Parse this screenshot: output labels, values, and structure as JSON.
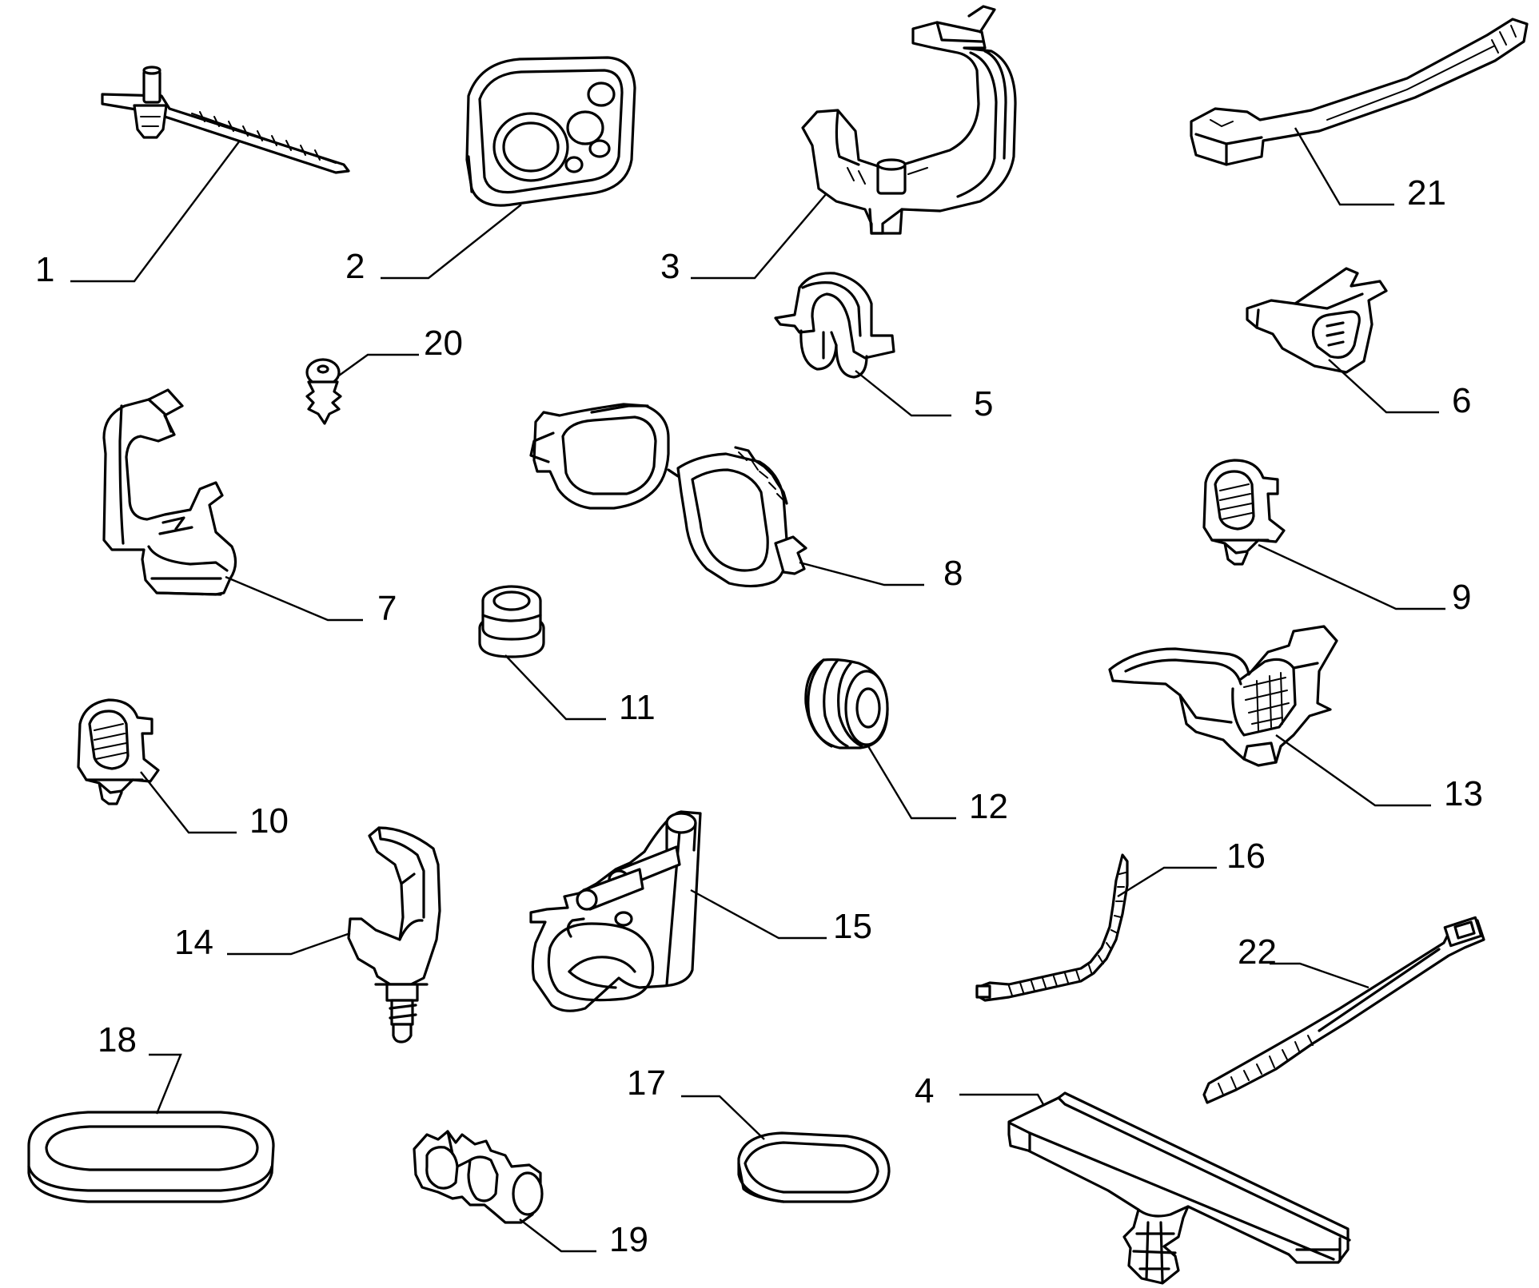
{
  "diagram": {
    "callouts": [
      {
        "id": "1",
        "label": "1"
      },
      {
        "id": "2",
        "label": "2"
      },
      {
        "id": "3",
        "label": "3"
      },
      {
        "id": "4",
        "label": "4"
      },
      {
        "id": "5",
        "label": "5"
      },
      {
        "id": "6",
        "label": "6"
      },
      {
        "id": "7",
        "label": "7"
      },
      {
        "id": "8",
        "label": "8"
      },
      {
        "id": "9",
        "label": "9"
      },
      {
        "id": "10",
        "label": "10"
      },
      {
        "id": "11",
        "label": "11"
      },
      {
        "id": "12",
        "label": "12"
      },
      {
        "id": "13",
        "label": "13"
      },
      {
        "id": "14",
        "label": "14"
      },
      {
        "id": "15",
        "label": "15"
      },
      {
        "id": "16",
        "label": "16"
      },
      {
        "id": "17",
        "label": "17"
      },
      {
        "id": "18",
        "label": "18"
      },
      {
        "id": "19",
        "label": "19"
      },
      {
        "id": "20",
        "label": "20"
      },
      {
        "id": "21",
        "label": "21"
      },
      {
        "id": "22",
        "label": "22"
      }
    ],
    "colors": {
      "ink": "#000000",
      "paper": "#ffffff"
    }
  }
}
